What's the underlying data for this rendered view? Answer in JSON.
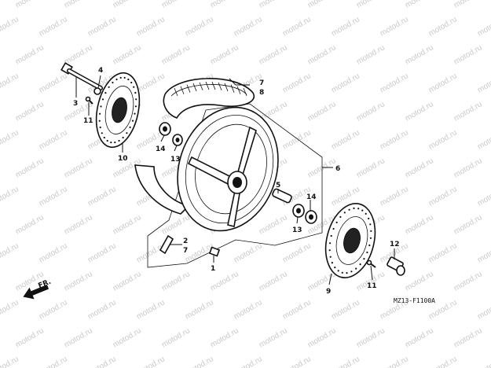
{
  "diagram": {
    "part_numbers": {
      "p1": "1",
      "p2": "2",
      "p3": "3",
      "p4": "4",
      "p5": "5",
      "p6": "6",
      "p7": "7",
      "p7b": "7",
      "p8": "8",
      "p9": "9",
      "p10": "10",
      "p11a": "11",
      "p11b": "11",
      "p12": "12",
      "p13a": "13",
      "p13b": "13",
      "p14a": "14",
      "p14b": "14"
    },
    "front_arrow_label": "FR.",
    "drawing_code": "MZ13-F1100A",
    "watermark_text": "motod.ru"
  }
}
